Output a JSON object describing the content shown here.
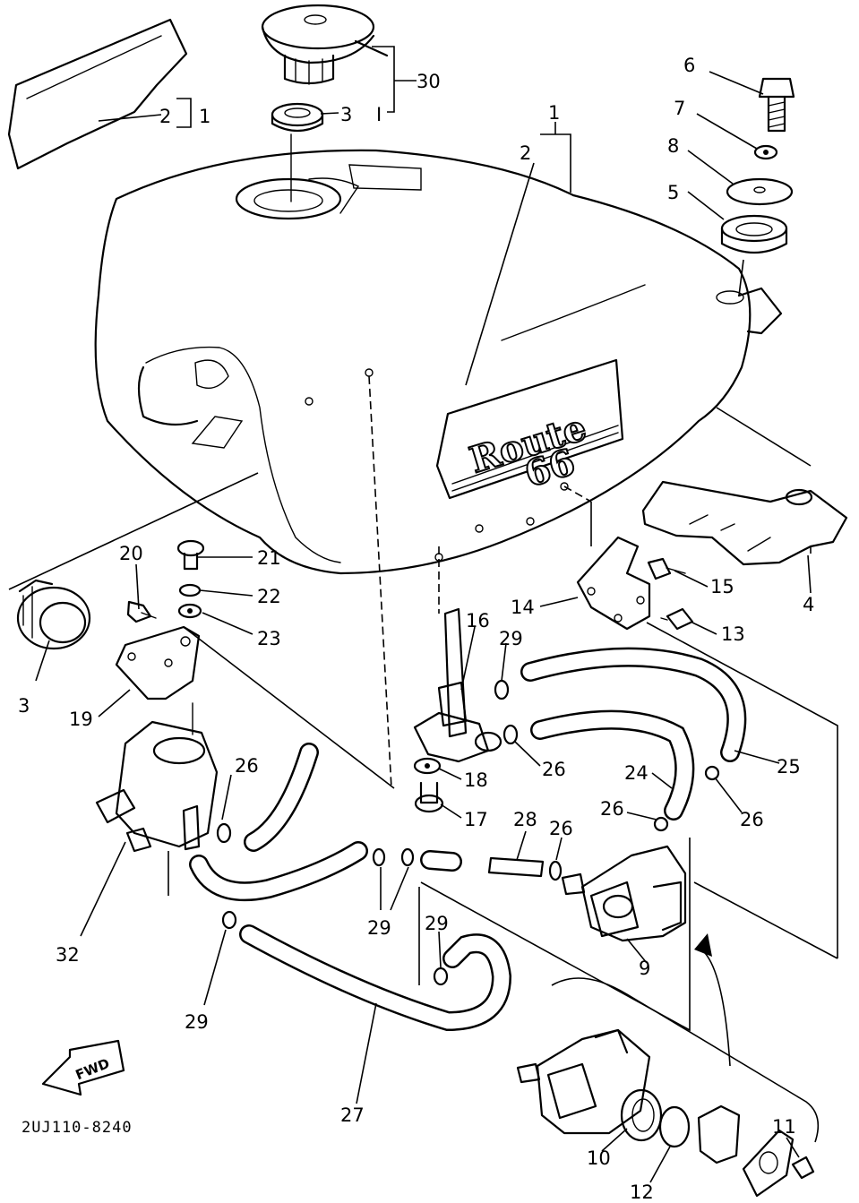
{
  "diagram_code": "2UJ110-8240",
  "emblem": {
    "line1": "Route",
    "line2": "66"
  },
  "direction_arrow": "FWD",
  "callouts": {
    "c1_bracket": "1",
    "c1_top": "1",
    "c2_left": "2",
    "c2_top": "2",
    "c3_cap": "3",
    "c3_grom": "3",
    "c4": "4",
    "c5": "5",
    "c6": "6",
    "c7": "7",
    "c8": "8",
    "c9": "9",
    "c10": "10",
    "c11": "11",
    "c12": "12",
    "c13": "13",
    "c14": "14",
    "c15": "15",
    "c16": "16",
    "c17": "17",
    "c18": "18",
    "c19": "19",
    "c20": "20",
    "c21": "21",
    "c22": "22",
    "c23": "23",
    "c24": "24",
    "c25": "25",
    "c26a": "26",
    "c26b": "26",
    "c26c": "26",
    "c26d": "26",
    "c26e": "26",
    "c27": "27",
    "c28": "28",
    "c29a": "29",
    "c29b": "29",
    "c29c": "29",
    "c29d": "29",
    "c30": "30",
    "c32": "32"
  }
}
